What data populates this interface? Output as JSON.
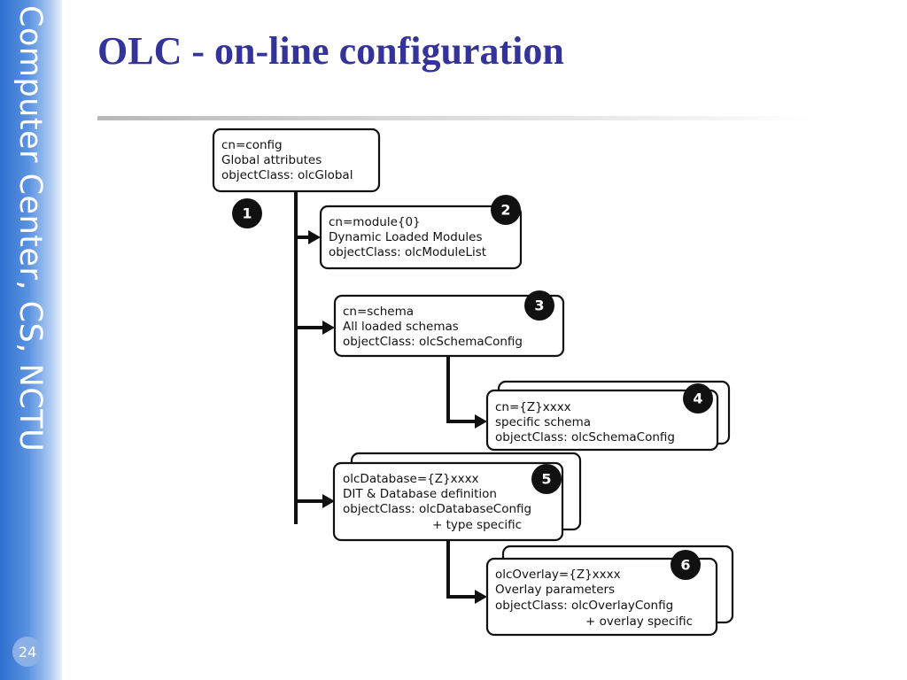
{
  "sidebar": {
    "text": "Computer Center, CS, NCTU",
    "page_number": "24"
  },
  "slide": {
    "title": "OLC - on-line configuration"
  },
  "diagram": {
    "root": {
      "lines": [
        "cn=config",
        "Global attributes",
        "objectClass: olcGlobal"
      ],
      "marker": "1"
    },
    "module": {
      "lines": [
        "cn=module{0}",
        "Dynamic Loaded Modules",
        "objectClass: olcModuleList"
      ],
      "marker": "2"
    },
    "schema": {
      "lines": [
        "cn=schema",
        "All loaded schemas",
        "objectClass: olcSchemaConfig"
      ],
      "marker": "3"
    },
    "specific_schema": {
      "lines": [
        "cn={Z}xxxx",
        "specific schema",
        "objectClass: olcSchemaConfig"
      ],
      "marker": "4"
    },
    "database": {
      "lines": [
        "olcDatabase={Z}xxxx",
        "DIT & Database definition",
        "objectClass: olcDatabaseConfig",
        "+ type specific"
      ],
      "marker": "5"
    },
    "overlay": {
      "lines": [
        "olcOverlay={Z}xxxx",
        "Overlay parameters",
        "objectClass: olcOverlayConfig",
        "+ overlay specific"
      ],
      "marker": "6"
    }
  }
}
